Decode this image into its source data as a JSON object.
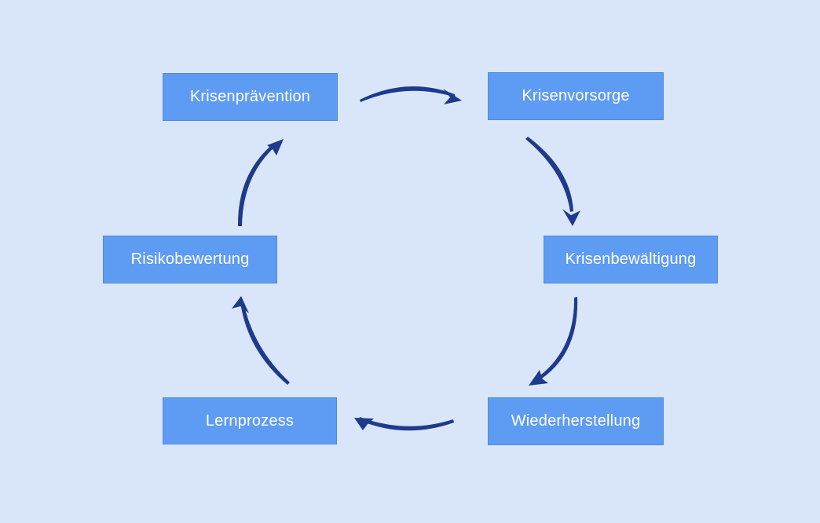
{
  "diagram": {
    "type": "cycle",
    "language": "de",
    "nodes": [
      {
        "id": "krisenpraevention",
        "label": "Krisenprävention",
        "position": "top-left"
      },
      {
        "id": "krisenvorsorge",
        "label": "Krisenvorsorge",
        "position": "top-right"
      },
      {
        "id": "krisenbewaeltigung",
        "label": "Krisenbewältigung",
        "position": "right"
      },
      {
        "id": "wiederherstellung",
        "label": "Wiederherstellung",
        "position": "bottom-right"
      },
      {
        "id": "lernprozess",
        "label": "Lernprozess",
        "position": "bottom-left"
      },
      {
        "id": "risikobewertung",
        "label": "Risikobewertung",
        "position": "left"
      }
    ],
    "edges": [
      {
        "from": "Krisenprävention",
        "to": "Krisenvorsorge"
      },
      {
        "from": "Krisenvorsorge",
        "to": "Krisenbewältigung"
      },
      {
        "from": "Krisenbewältigung",
        "to": "Wiederherstellung"
      },
      {
        "from": "Wiederherstellung",
        "to": "Lernprozess"
      },
      {
        "from": "Lernprozess",
        "to": "Risikobewertung"
      },
      {
        "from": "Risikobewertung",
        "to": "Krisenprävention"
      }
    ],
    "flow_direction": "clockwise",
    "colors": {
      "background": "#d9e6f9",
      "node_fill": "#5e9cf3",
      "node_text": "#ffffff",
      "arrow": "#1e3a8a"
    }
  }
}
